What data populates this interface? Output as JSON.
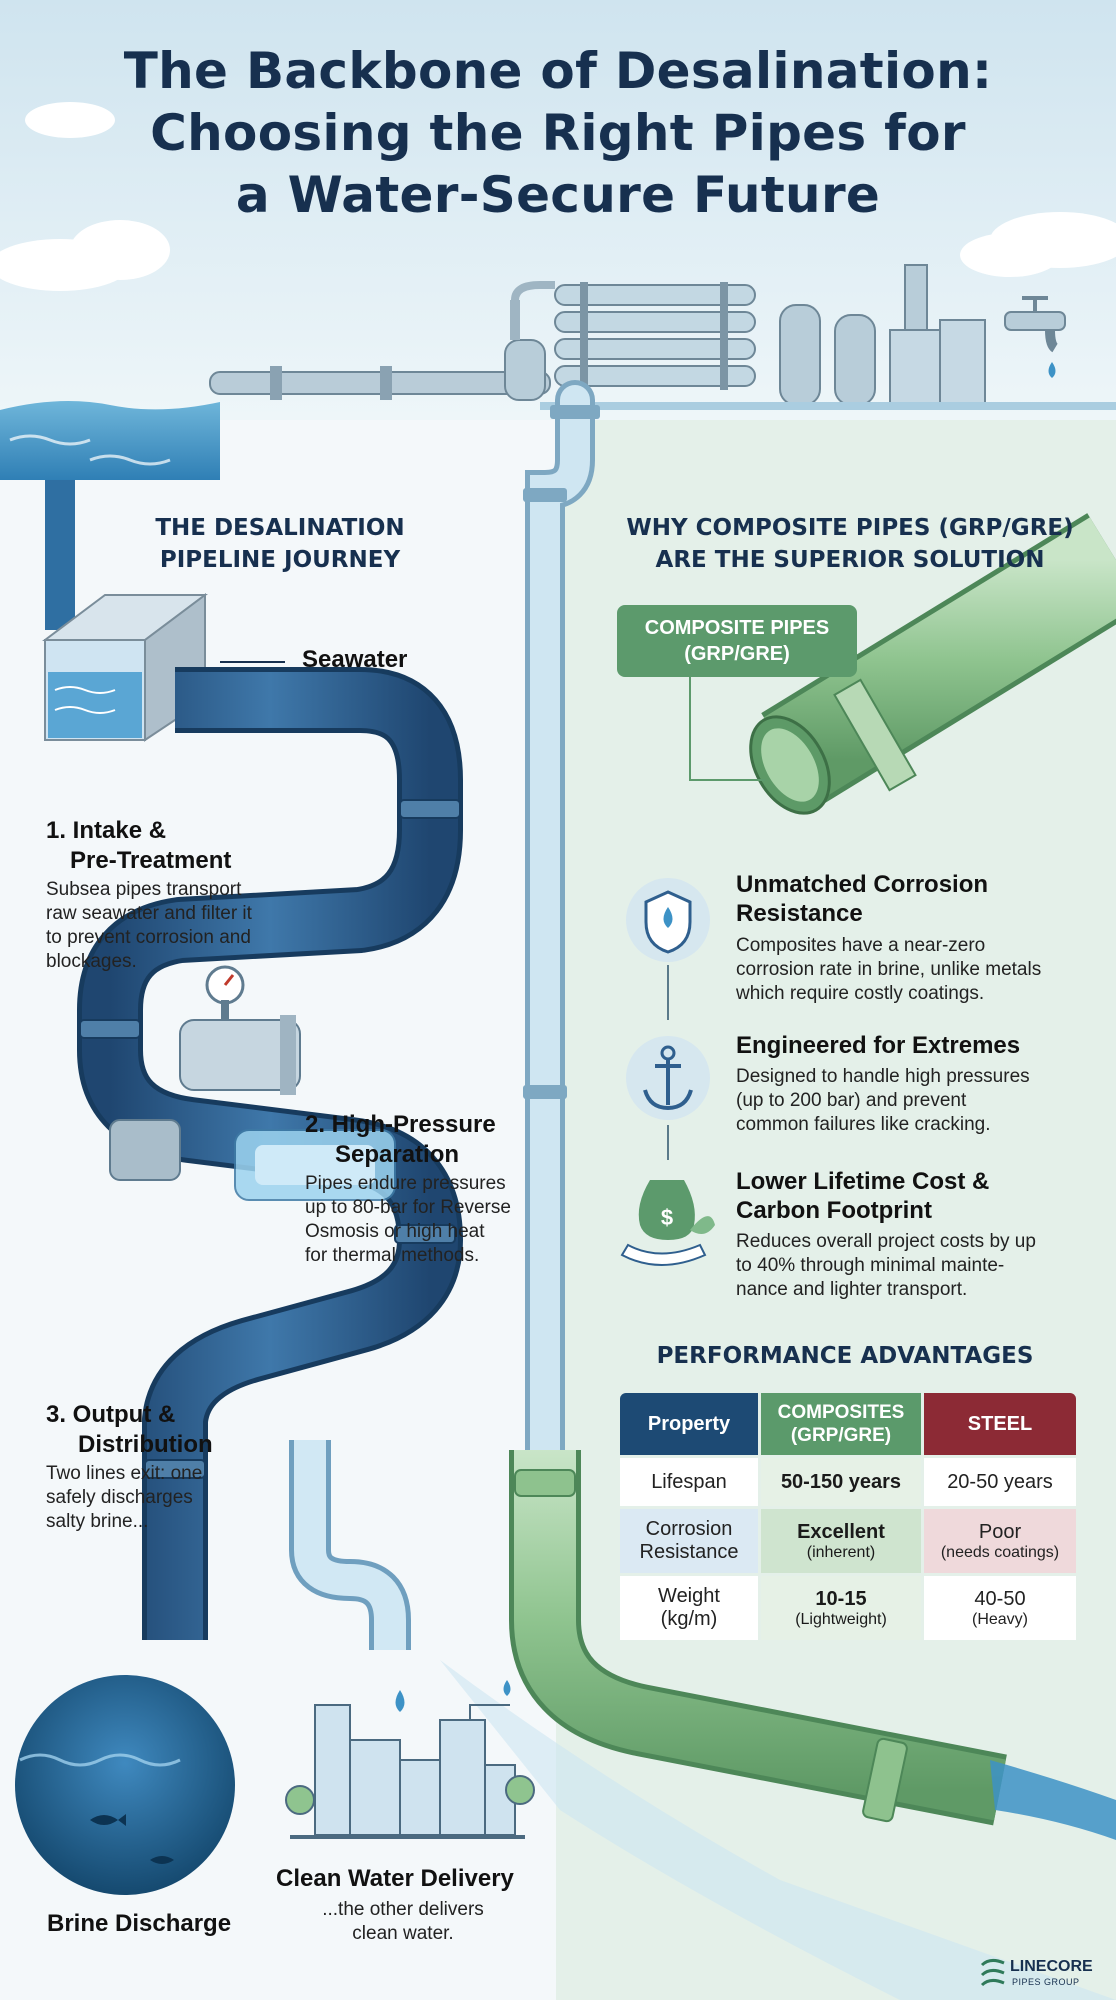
{
  "title": {
    "line1": "The Backbone of Desalination:",
    "line2": "Choosing the Right Pipes for",
    "line3": "a Water-Secure Future"
  },
  "journey": {
    "heading_line1": "THE DESALINATION",
    "heading_line2": "PIPELINE JOURNEY",
    "seawater_label": "Seawater",
    "steps": [
      {
        "title_line1": "1. Intake &",
        "title_line2": "Pre-Treatment",
        "desc": [
          "Subsea pipes transport",
          "raw seawater and filter it",
          "to prevent corrosion and",
          "blockages."
        ]
      },
      {
        "title_line1": "2. High-Pressure",
        "title_line2": "Separation",
        "desc": [
          "Pipes endure pressures",
          "up to 80-bar for Reverse",
          "Osmosis or high heat",
          "for thermal methods."
        ]
      },
      {
        "title_line1": "3. Output &",
        "title_line2": "Distribution",
        "desc": [
          "Two lines exit: one",
          "safely discharges",
          "salty brine..."
        ]
      }
    ],
    "clean_water_title": "Clean Water Delivery",
    "clean_water_desc": [
      "...the other delivers",
      "clean water."
    ],
    "brine_label": "Brine Discharge"
  },
  "composites": {
    "heading_line1": "WHY COMPOSITE PIPES (GRP/GRE)",
    "heading_line2": "ARE THE SUPERIOR SOLUTION",
    "badge_line1": "COMPOSITE PIPES",
    "badge_line2": "(GRP/GRE)",
    "benefits": [
      {
        "icon": "shield-droplet-icon",
        "title_line1": "Unmatched Corrosion",
        "title_line2": "Resistance",
        "desc": [
          "Composites have a near-zero",
          "corrosion rate in brine, unlike metals",
          "which require costly coatings."
        ]
      },
      {
        "icon": "anchor-icon",
        "title_line1": "Engineered for Extremes",
        "title_line2": "",
        "desc": [
          "Designed to handle high pressures",
          "(up to 200 bar) and prevent",
          "common failures like cracking."
        ]
      },
      {
        "icon": "money-bag-leaf-icon",
        "title_line1": "Lower Lifetime Cost &",
        "title_line2": "Carbon Footprint",
        "desc": [
          "Reduces overall project costs by up",
          "to 40% through minimal mainte-",
          "nance and lighter transport."
        ]
      }
    ]
  },
  "performance": {
    "heading": "PERFORMANCE ADVANTAGES",
    "columns": [
      "Property",
      "COMPOSITES",
      "(GRP/GRE)",
      "STEEL"
    ],
    "rows": [
      {
        "property": [
          "Lifespan",
          ""
        ],
        "composites": [
          "50-150 years",
          ""
        ],
        "steel": [
          "20-50 years",
          ""
        ]
      },
      {
        "property": [
          "Corrosion",
          "Resistance"
        ],
        "composites": [
          "Excellent",
          "(inherent)"
        ],
        "steel": [
          "Poor",
          "(needs coatings)"
        ]
      },
      {
        "property": [
          "Weight",
          "(kg/m)"
        ],
        "composites": [
          "10-15",
          "(Lightweight)"
        ],
        "steel": [
          "40-50",
          "(Heavy)"
        ]
      }
    ]
  },
  "brand": {
    "name": "LINECORE",
    "sub": "PIPES GROUP"
  },
  "colors": {
    "navy": "#17304f",
    "pipe_blue": "#2f5f8e",
    "pipe_light": "#a9cfe3",
    "composite_green": "#5c9a6c",
    "steel_red": "#8c2a35",
    "water": "#3d92c6"
  }
}
